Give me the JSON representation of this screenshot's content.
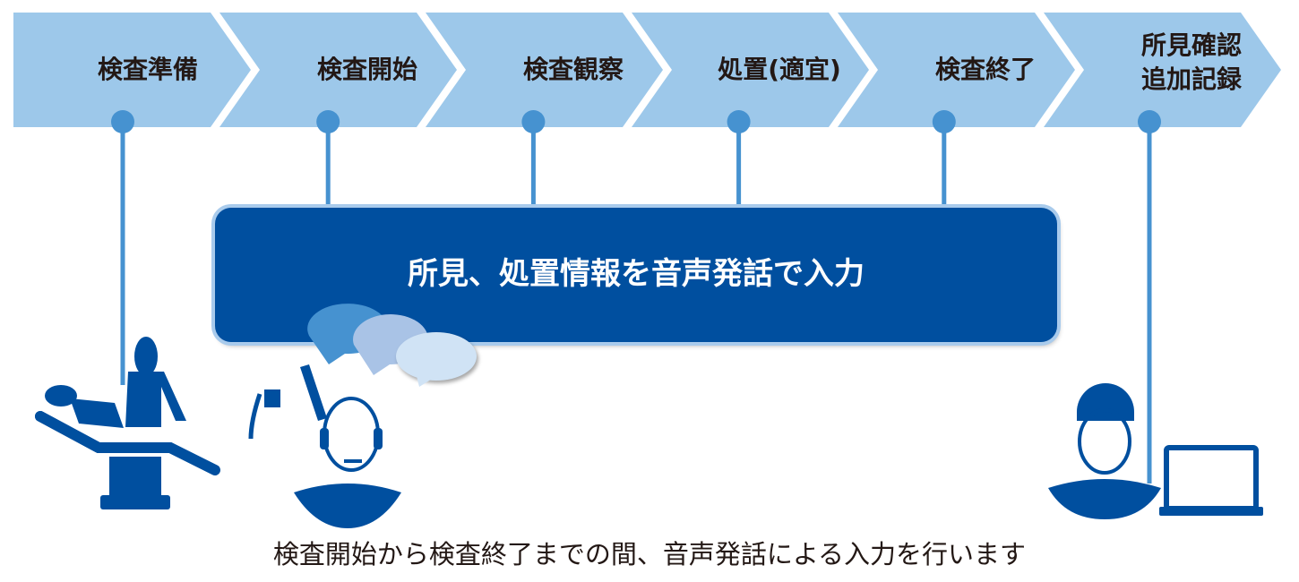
{
  "steps": [
    {
      "label": "検査準備"
    },
    {
      "label": "検査開始"
    },
    {
      "label": "検査観察"
    },
    {
      "label": "処置(適宜)"
    },
    {
      "label": "検査終了"
    },
    {
      "label": "所見確認\n追加記録"
    }
  ],
  "box_text": "所見、処置情報を音声発話で入力",
  "caption": "検査開始から検査終了までの間、音声発話による入力を行います",
  "colors": {
    "chevron": "#9dc8ea",
    "dot": "#4692d0",
    "dark": "#004f9f",
    "text": "#231815"
  }
}
